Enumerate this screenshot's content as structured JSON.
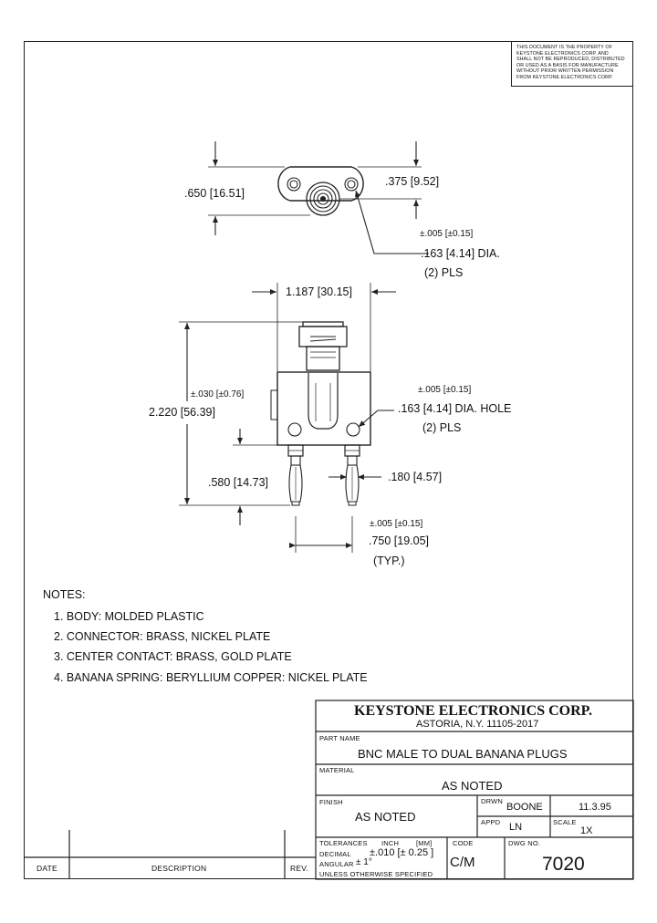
{
  "legal_notice": [
    "THIS DOCUMENT IS THE PROPERTY OF",
    "KEYSTONE ELECTRONICS CORP. AND",
    "SHALL NOT BE REPRODUCED, DISTRIBUTED",
    "OR USED AS A BASIS FOR MANUFACTURE",
    "WITHOUT PRIOR WRITTEN PERMISSION",
    "FROM KEYSTONE ELECTRONICS CORP."
  ],
  "top_view": {
    "height_dim": ".650 [16.51]",
    "offset_dim": ".375  [9.52]",
    "hole_tolerance": "±.005 [±0.15]",
    "hole_dim": ".163 [4.14] DIA.",
    "hole_qty": "(2) PLS"
  },
  "front_view": {
    "width_dim": "1.187  [30.15]",
    "overall_height_dim": "2.220  [56.39]",
    "overall_height_tol": "±.030 [±0.76]",
    "hole_tolerance": "±.005 [±0.15]",
    "hole_dim": ".163 [4.14] DIA. HOLE",
    "hole_qty": "(2) PLS",
    "pin_length_dim": ".580 [14.73]",
    "pin_dia_dim": ".180  [4.57]",
    "spacing_tol": "±.005 [±0.15]",
    "spacing_dim": ".750  [19.05]",
    "spacing_note": "(TYP.)"
  },
  "notes": {
    "title": "NOTES:",
    "items": [
      "1. BODY: MOLDED PLASTIC",
      "2. CONNECTOR: BRASS, NICKEL PLATE",
      "3. CENTER CONTACT: BRASS, GOLD PLATE",
      "4. BANANA SPRING: BERYLLIUM COPPER: NICKEL PLATE"
    ]
  },
  "title_block": {
    "company": "KEYSTONE ELECTRONICS CORP.",
    "address": "ASTORIA, N.Y. 11105-2017",
    "part_name_label": "PART NAME",
    "part_name": "BNC MALE TO DUAL BANANA PLUGS",
    "material_label": "MATERIAL",
    "material": "AS NOTED",
    "finish_label": "FINISH",
    "finish": "AS NOTED",
    "drwn_label": "DRWN",
    "drwn": "BOONE",
    "date": "11.3.95",
    "appd_label": "APPD",
    "appd": "LN",
    "scale_label": "SCALE",
    "scale": "1X",
    "tolerances_label": "TOLERANCES",
    "inch_label": "INCH",
    "mm_label": "[MM]",
    "code_label": "CODE",
    "decimal_label": "DECIMAL",
    "decimal_tol": "±.010  [± 0.25 ]",
    "angular_label": "ANGULAR",
    "angular_tol": "± 1°",
    "unless_label": "UNLESS OTHERWISE SPECIFIED",
    "code": "C/M",
    "dwg_label": "DWG NO.",
    "dwg_no": "7020"
  },
  "revision_block": {
    "date_label": "DATE",
    "description_label": "DESCRIPTION",
    "rev_label": "REV."
  }
}
